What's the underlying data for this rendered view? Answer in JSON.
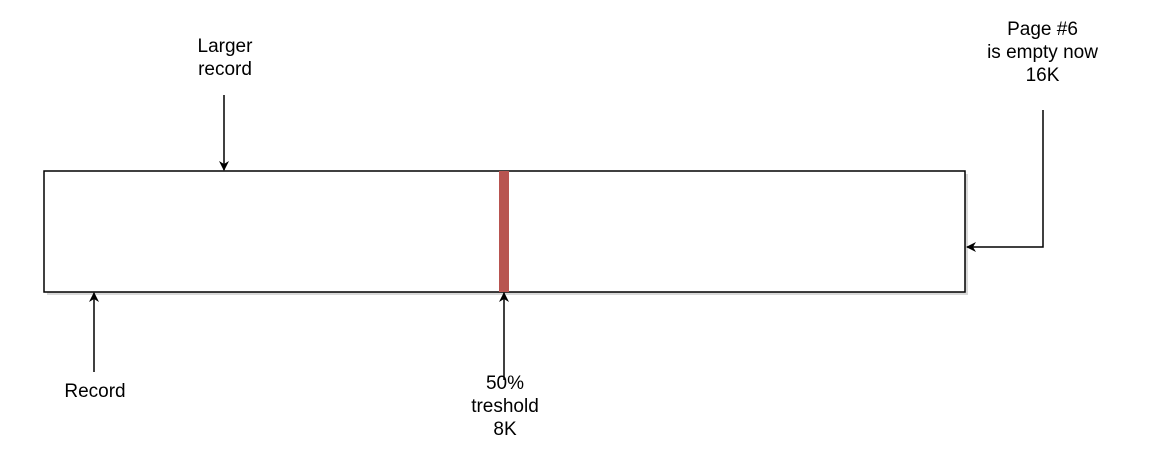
{
  "labels": {
    "larger_record": [
      "Larger",
      "record"
    ],
    "page_empty": [
      "Page #6",
      "is empty now",
      "16K"
    ],
    "record": [
      "Record"
    ],
    "threshold": [
      "50%",
      "treshold",
      "8K"
    ]
  },
  "colors": {
    "page_border": "#000000",
    "page_shadow": "#bfbfbf",
    "threshold_marker": "#b85450",
    "arrow": "#000000"
  }
}
